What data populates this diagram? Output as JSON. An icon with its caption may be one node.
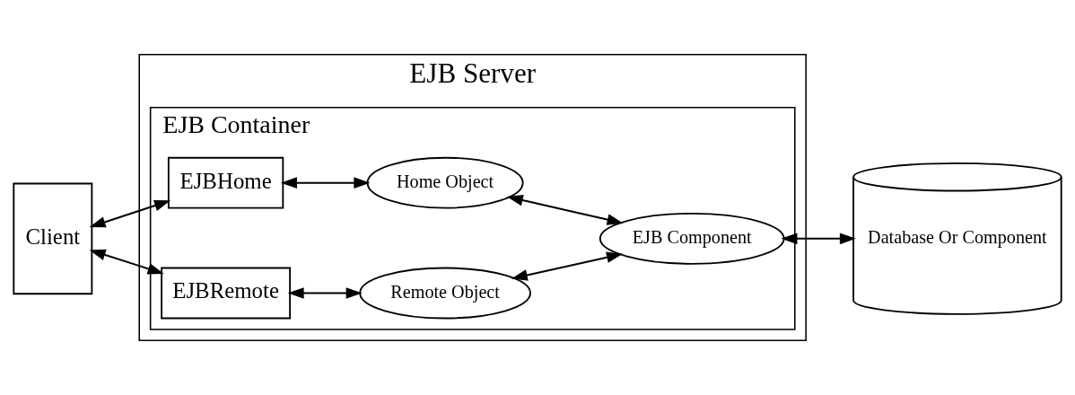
{
  "diagram": {
    "nodes": [
      {
        "text": [
          "Client"
        ]
      },
      {
        "text": [
          "EJB Server"
        ]
      },
      {
        "text": [
          "EJB Container"
        ],
        "in": 1
      },
      {
        "text": [
          "EJBHome"
        ],
        "in": 2
      },
      {
        "text": [
          "EJBRemote"
        ],
        "in": 2
      },
      {
        "text": [
          "Home Object"
        ],
        "in": 2
      },
      {
        "text": [
          "Remote Object"
        ],
        "in": 2
      },
      {
        "text": [
          "EJB Component"
        ],
        "in": 2
      },
      {
        "text": [
          "Database Or Component"
        ]
      }
    ],
    "edges": [
      {
        "from": 0,
        "to": 3,
        "arrow": "both"
      },
      {
        "from": 0,
        "to": 4,
        "arrow": "both"
      },
      {
        "from": 3,
        "to": 5,
        "arrow": "both"
      },
      {
        "from": 4,
        "to": 6,
        "arrow": "both"
      },
      {
        "from": 5,
        "to": 7,
        "arrow": "both"
      },
      {
        "from": 6,
        "to": 7,
        "arrow": "both"
      },
      {
        "from": 7,
        "to": 8,
        "arrow": "both"
      }
    ]
  }
}
